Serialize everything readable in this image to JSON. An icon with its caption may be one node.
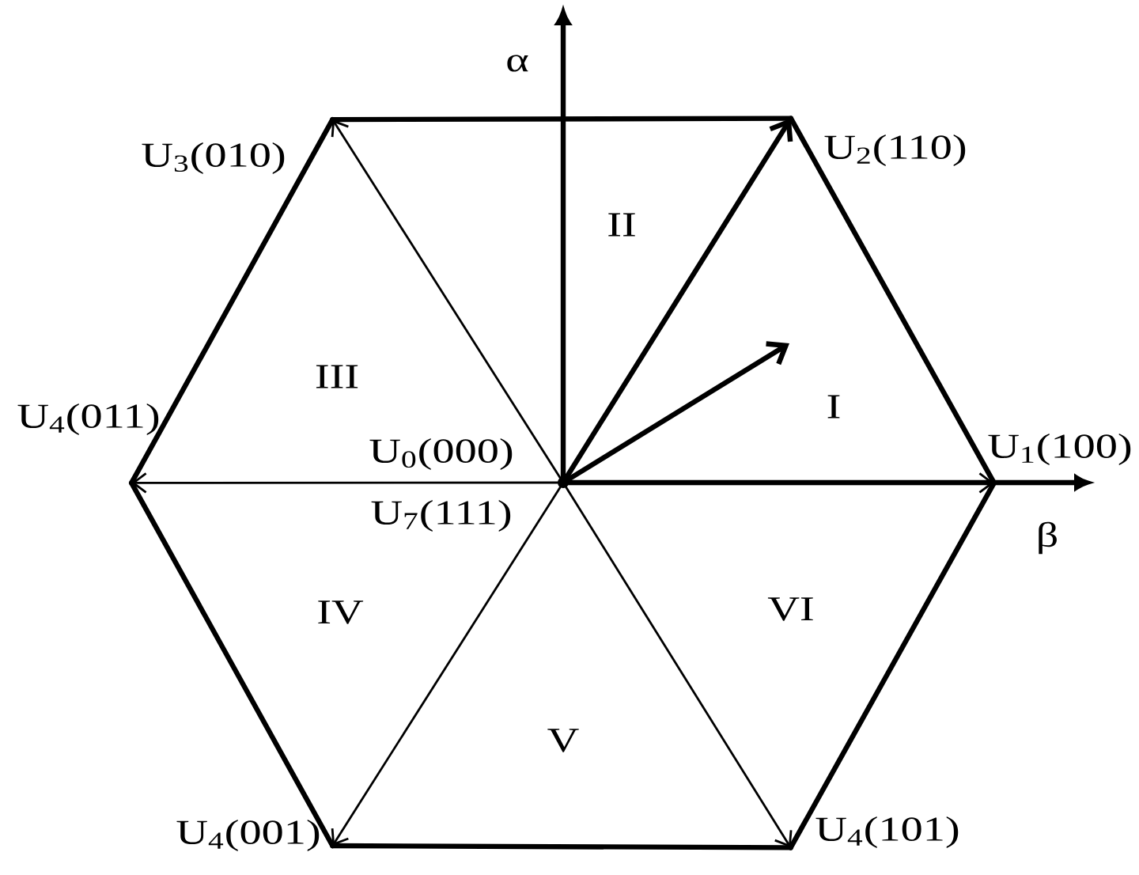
{
  "diagram": {
    "nodes": [
      {
        "text": [
          "U$_{3}$(010)"
        ]
      },
      {
        "text": [
          "U$_{2}$(110)"
        ]
      },
      {
        "text": [
          "U$_{4}$(011)"
        ]
      },
      {
        "text": [
          "U$_{1}$(100)"
        ]
      },
      {
        "text": [],
        "shape": "dot",
        "beside": [
          "U$_{0}$(000)",
          "U$_{7}$(111)"
        ]
      },
      {
        "text": [
          "U$_{4}$(001)"
        ]
      },
      {
        "text": [
          "U$_{4}$(101)"
        ]
      }
    ],
    "edges": [
      {
        "from": 0,
        "to": 1,
        "arrow": "none"
      },
      {
        "from": 1,
        "to": 3,
        "arrow": "none"
      },
      {
        "from": 3,
        "to": 6,
        "arrow": "none"
      },
      {
        "from": 6,
        "to": 5,
        "arrow": "none"
      },
      {
        "from": 5,
        "to": 2,
        "arrow": "none"
      },
      {
        "from": 2,
        "to": 0,
        "arrow": "none"
      },
      {
        "from": 4,
        "to": 3,
        "arrow": "to"
      },
      {
        "from": 4,
        "to": 1,
        "arrow": "to"
      },
      {
        "from": 4,
        "to": 0,
        "arrow": "to"
      },
      {
        "from": 4,
        "to": 2,
        "arrow": "to"
      },
      {
        "from": 4,
        "to": 5,
        "arrow": "to"
      },
      {
        "from": 4,
        "to": 6,
        "arrow": "to"
      },
      {
        "from": 4,
        "to": null,
        "arrow": "to"
      }
    ],
    "labels": [
      "α",
      "II",
      "III",
      "I",
      "β",
      "IV",
      "VI",
      "V"
    ]
  }
}
